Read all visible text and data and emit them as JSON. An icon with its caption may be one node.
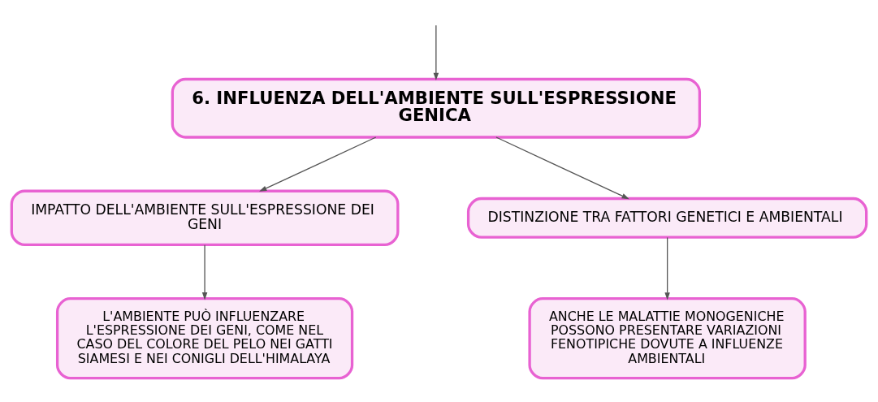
{
  "diagram": {
    "nodes": [
      {
        "text": [
          "6. INFLUENZA DELL'AMBIENTE SULL'ESPRESSIONE GENICA"
        ]
      },
      {
        "text": [
          "IMPATTO DELL'AMBIENTE SULL'ESPRESSIONE DEI GENI"
        ]
      },
      {
        "text": [
          "DISTINZIONE TRA FATTORI GENETICI E AMBIENTALI"
        ]
      },
      {
        "text": [
          "L'AMBIENTE PUÒ INFLUENZARE L'ESPRESSIONE DEI GENI, COME NEL CASO DEL COLORE DEL PELO NEI GATTI SIAMESI E NEI CONIGLI DELL'HIMALAYA"
        ]
      },
      {
        "text": [
          "ANCHE LE MALATTIE MONOGENICHE POSSONO PRESENTARE VARIAZIONI FENOTIPICHE DOVUTE A INFLUENZE AMBIENTALI"
        ]
      }
    ],
    "edges": [
      {
        "from": null,
        "to": 0,
        "arrow": "to"
      },
      {
        "from": 0,
        "to": 1,
        "arrow": "to"
      },
      {
        "from": 0,
        "to": 2,
        "arrow": "to"
      },
      {
        "from": 1,
        "to": 3,
        "arrow": "to"
      },
      {
        "from": 2,
        "to": 4,
        "arrow": "to"
      }
    ]
  }
}
